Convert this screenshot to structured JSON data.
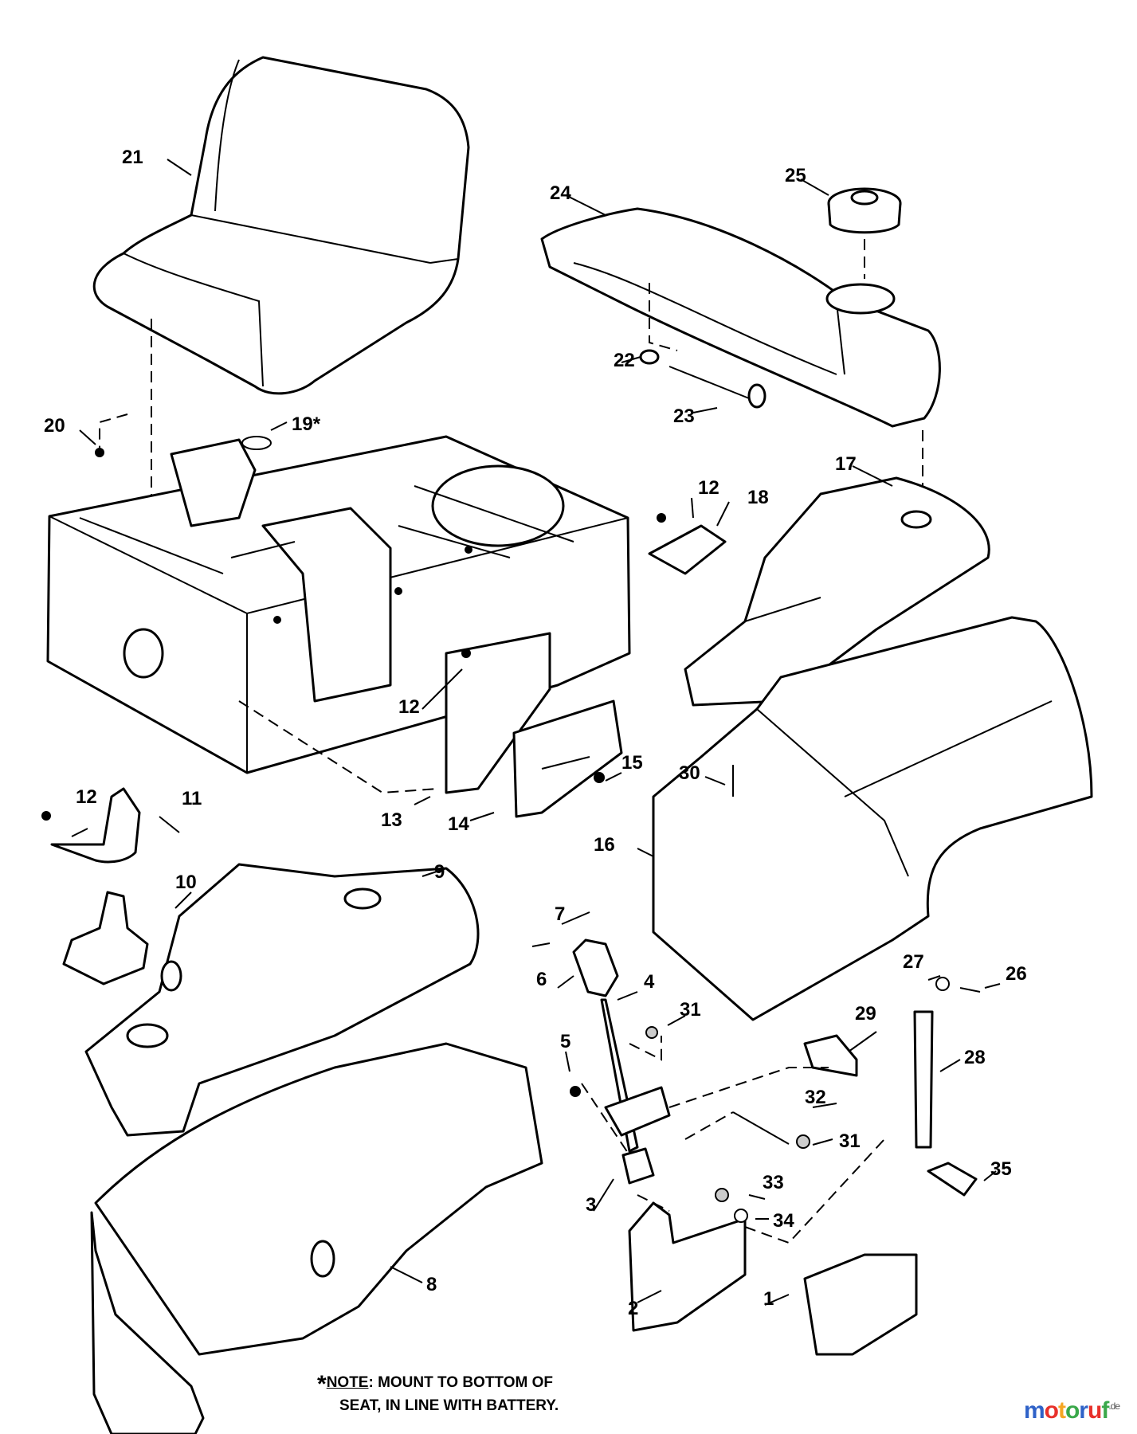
{
  "callouts": {
    "c1": "1",
    "c2": "2",
    "c3": "3",
    "c4": "4",
    "c5": "5",
    "c6": "6",
    "c7": "7",
    "c8": "8",
    "c9": "9",
    "c10": "10",
    "c11": "11",
    "c12a": "12",
    "c12b": "12",
    "c12c": "12",
    "c13": "13",
    "c14": "14",
    "c15": "15",
    "c16": "16",
    "c17": "17",
    "c18": "18",
    "c19": "19*",
    "c20": "20",
    "c21": "21",
    "c22": "22",
    "c23": "23",
    "c24": "24",
    "c25": "25",
    "c26": "26",
    "c27": "27",
    "c28": "28",
    "c29": "29",
    "c30": "30",
    "c31a": "31",
    "c31b": "31",
    "c32": "32",
    "c33": "33",
    "c34": "34",
    "c35": "35"
  },
  "note": {
    "star": "*",
    "label": "NOTE",
    "line1_rest": ": MOUNT TO BOTTOM OF",
    "line2": "SEAT, IN LINE WITH BATTERY."
  },
  "watermark": {
    "letters": [
      "m",
      "o",
      "t",
      "o",
      "r",
      "u",
      "f"
    ],
    "colors": [
      "#2f62c8",
      "#e8312b",
      "#f5a623",
      "#3aa84a",
      "#2f62c8",
      "#e8312b",
      "#3aa84a"
    ],
    "suffix": ".de"
  }
}
